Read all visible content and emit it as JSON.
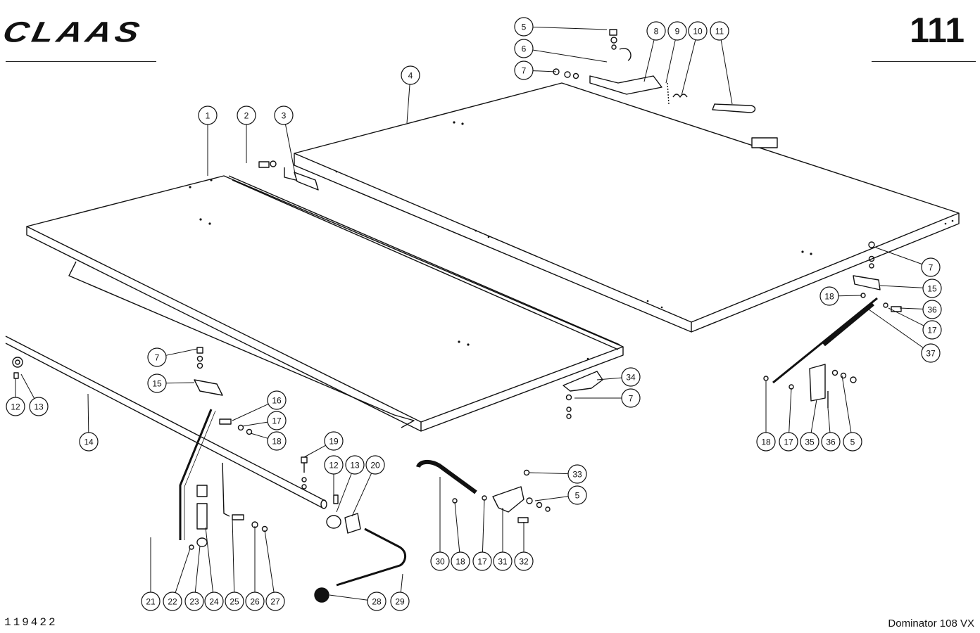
{
  "header": {
    "brand": "CLAAS",
    "page_number": "111"
  },
  "footer": {
    "drawing_number": "119422",
    "model": "Dominator 108 VX"
  },
  "callouts": [
    {
      "label": "1"
    },
    {
      "label": "2"
    },
    {
      "label": "3"
    },
    {
      "label": "4"
    },
    {
      "label": "5"
    },
    {
      "label": "6"
    },
    {
      "label": "7"
    },
    {
      "label": "8"
    },
    {
      "label": "9"
    },
    {
      "label": "10"
    },
    {
      "label": "11"
    },
    {
      "label": "7"
    },
    {
      "label": "15"
    },
    {
      "label": "18"
    },
    {
      "label": "36"
    },
    {
      "label": "17"
    },
    {
      "label": "37"
    },
    {
      "label": "34"
    },
    {
      "label": "7"
    },
    {
      "label": "18"
    },
    {
      "label": "17"
    },
    {
      "label": "35"
    },
    {
      "label": "36"
    },
    {
      "label": "5"
    },
    {
      "label": "7"
    },
    {
      "label": "15"
    },
    {
      "label": "16"
    },
    {
      "label": "17"
    },
    {
      "label": "18"
    },
    {
      "label": "12"
    },
    {
      "label": "13"
    },
    {
      "label": "14"
    },
    {
      "label": "19"
    },
    {
      "label": "12"
    },
    {
      "label": "13"
    },
    {
      "label": "20"
    },
    {
      "label": "33"
    },
    {
      "label": "5"
    },
    {
      "label": "30"
    },
    {
      "label": "18"
    },
    {
      "label": "17"
    },
    {
      "label": "31"
    },
    {
      "label": "32"
    },
    {
      "label": "21"
    },
    {
      "label": "22"
    },
    {
      "label": "23"
    },
    {
      "label": "24"
    },
    {
      "label": "25"
    },
    {
      "label": "26"
    },
    {
      "label": "27"
    },
    {
      "label": "28"
    },
    {
      "label": "29"
    }
  ]
}
